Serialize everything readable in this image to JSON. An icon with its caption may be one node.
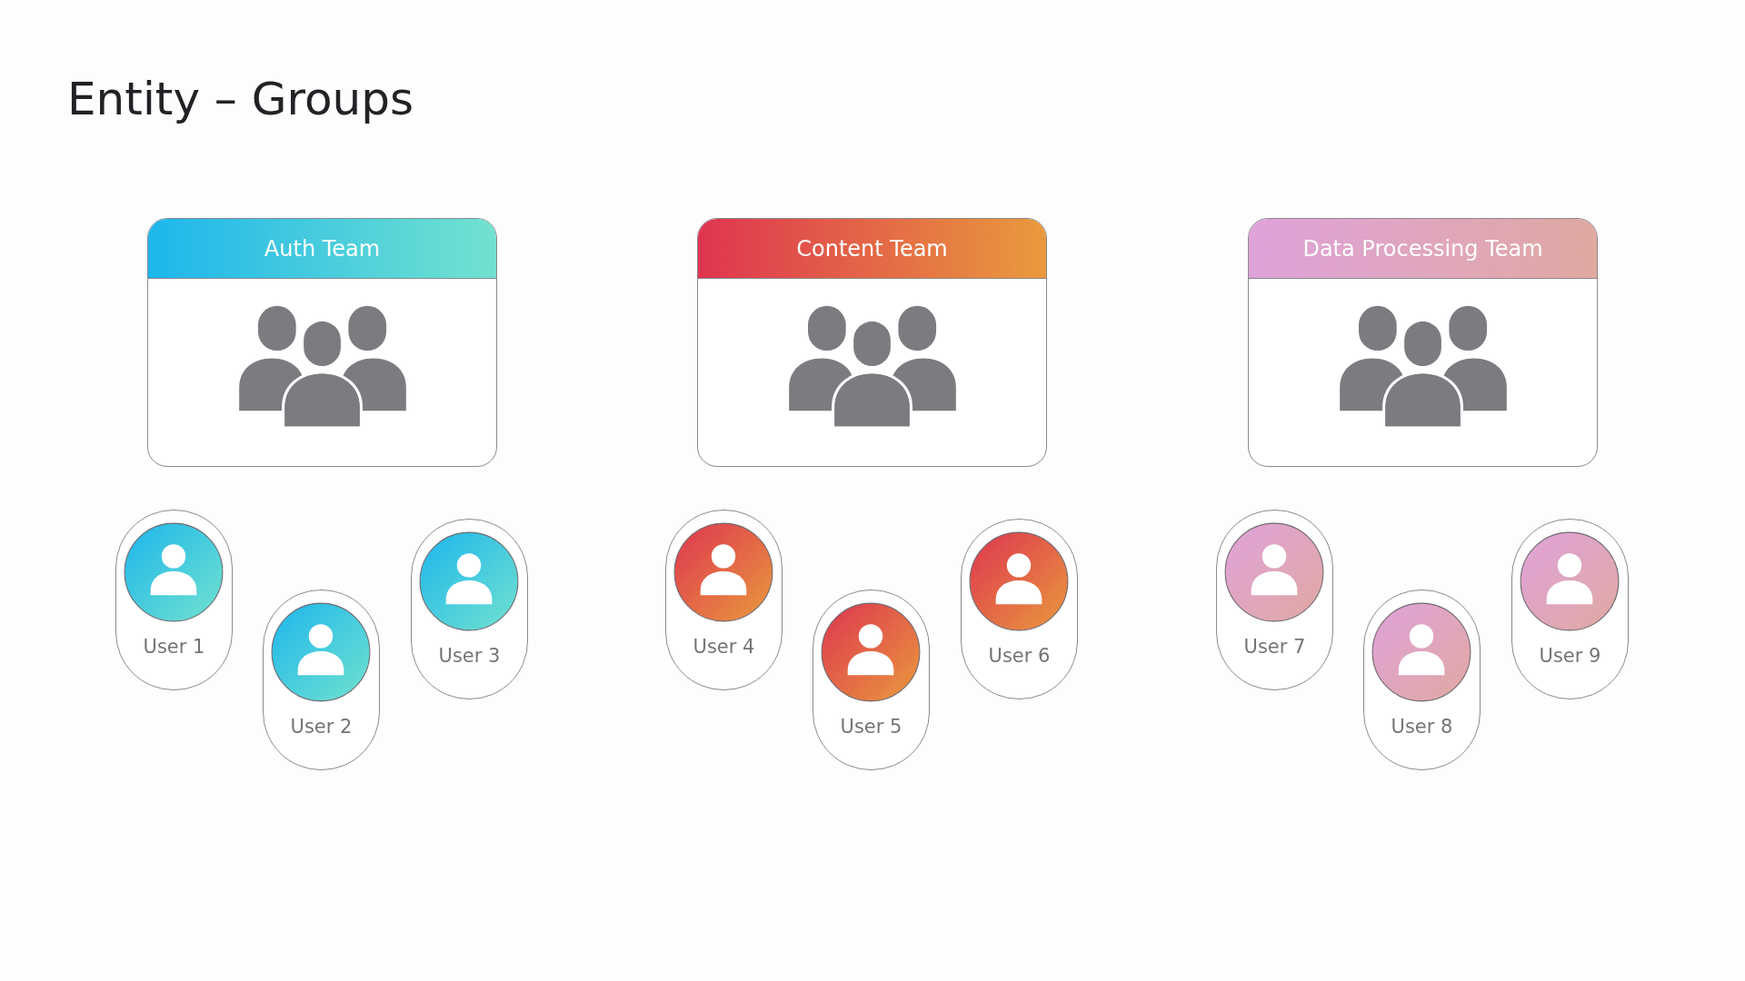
{
  "diagram": {
    "title": "Entity – Groups",
    "nodes": [
      {
        "text": [
          "Auth Team"
        ]
      },
      {
        "text": [
          "Content Team"
        ]
      },
      {
        "text": [
          "Data Processing Team"
        ]
      },
      {
        "text": [
          "User 1"
        ]
      },
      {
        "text": [
          "User 2"
        ]
      },
      {
        "text": [
          "User 3"
        ]
      },
      {
        "text": [
          "User 4"
        ]
      },
      {
        "text": [
          "User 5"
        ]
      },
      {
        "text": [
          "User 6"
        ]
      },
      {
        "text": [
          "User 7"
        ]
      },
      {
        "text": [
          "User 8"
        ]
      },
      {
        "text": [
          "User 9"
        ]
      }
    ]
  }
}
